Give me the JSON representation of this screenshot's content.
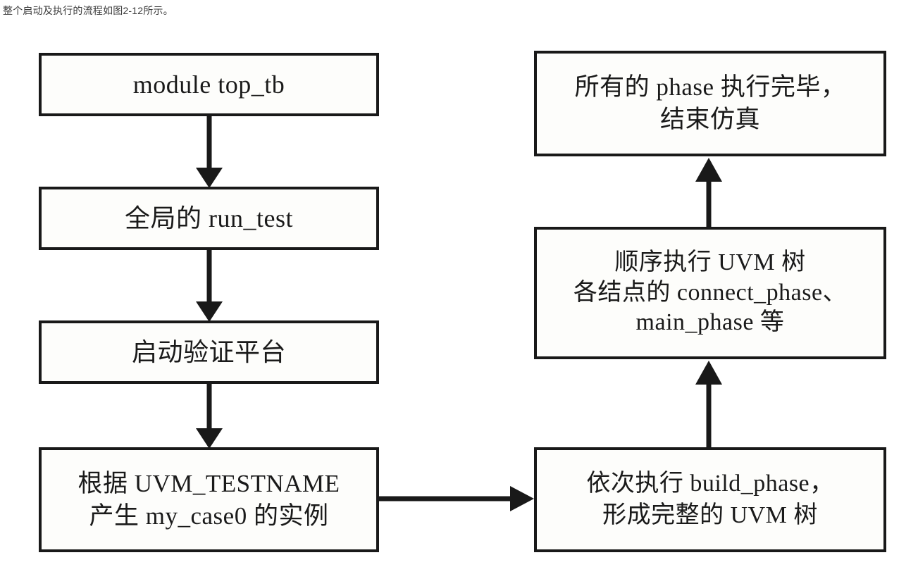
{
  "caption": "整个启动及执行的流程如图2-12所示。",
  "figure": {
    "label": "图2-12",
    "type": "flowchart",
    "direction": "left column top-to-bottom, then right column bottom-to-top",
    "colors": {
      "stroke": "#191919",
      "node_fill": "#fdfdfb",
      "page_background": "#ffffff",
      "text": "#1a1a1a"
    }
  },
  "nodes": {
    "top_tb": {
      "label": "module top_tb"
    },
    "run_test": {
      "label": "全局的 run_test"
    },
    "start_bench": {
      "label": "启动验证平台"
    },
    "create_case": {
      "label": "根据 UVM_TESTNAME\n产生 my_case0 的实例"
    },
    "build_phase": {
      "label": "依次执行 build_phase，\n形成完整的 UVM 树"
    },
    "run_phases": {
      "label": "顺序执行 UVM 树\n各结点的 connect_phase、\nmain_phase 等"
    },
    "finish": {
      "label": "所有的 phase 执行完毕，\n结束仿真"
    }
  },
  "edges": [
    {
      "from": "top_tb",
      "to": "run_test",
      "direction": "down"
    },
    {
      "from": "run_test",
      "to": "start_bench",
      "direction": "down"
    },
    {
      "from": "start_bench",
      "to": "create_case",
      "direction": "down"
    },
    {
      "from": "create_case",
      "to": "build_phase",
      "direction": "right"
    },
    {
      "from": "build_phase",
      "to": "run_phases",
      "direction": "up"
    },
    {
      "from": "run_phases",
      "to": "finish",
      "direction": "up"
    }
  ]
}
